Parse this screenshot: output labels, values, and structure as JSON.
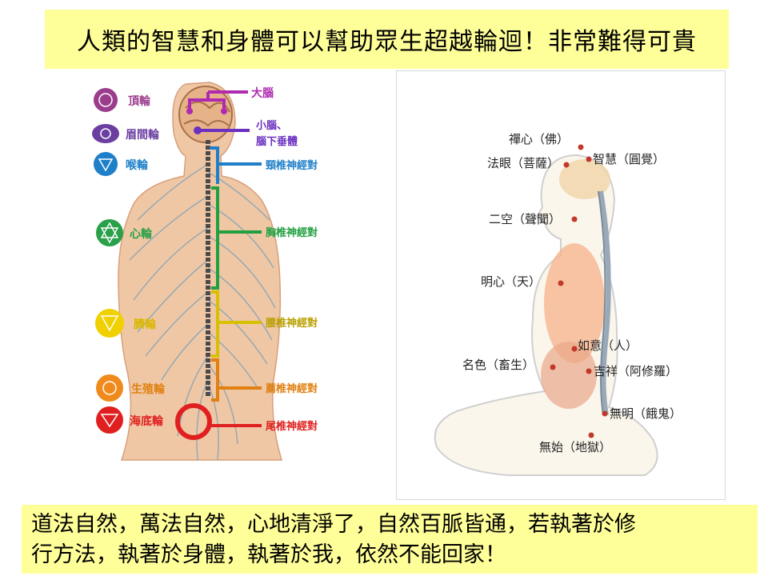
{
  "title": "人類的智慧和身體可以幫助眾生超越輪迴！非常難得可貴",
  "footer": {
    "line1": "道法自然，萬法自然，心地清淨了，自然百脈皆通，若執著於修",
    "line2": "行方法，執著於身體，執著於我，依然不能回家！"
  },
  "left_diagram": {
    "chakras": [
      {
        "label": "頂輪",
        "color": "#9b3d8c"
      },
      {
        "label": "眉間輪",
        "color": "#6a3fa0"
      },
      {
        "label": "喉輪",
        "color": "#1f7fc8"
      },
      {
        "label": "心輪",
        "color": "#2aa04a"
      },
      {
        "label": "臍輪",
        "color": "#f0d000"
      },
      {
        "label": "生殖輪",
        "color": "#f08a1c"
      },
      {
        "label": "海底輪",
        "color": "#e02020"
      }
    ],
    "callouts": [
      {
        "label": "大腦",
        "color": "#b02ab0"
      },
      {
        "label": "小腦、",
        "color": "#6a30c0"
      },
      {
        "label": "腦下垂體",
        "color": "#6a30c0"
      },
      {
        "label": "頸椎神經對",
        "color": "#1f7fc8"
      },
      {
        "label": "胸椎神經對",
        "color": "#22a040"
      },
      {
        "label": "腰椎神經對",
        "color": "#d8c000"
      },
      {
        "label": "薦椎神經對",
        "color": "#e08010"
      },
      {
        "label": "尾椎神經對",
        "color": "#e02020"
      }
    ]
  },
  "right_diagram": {
    "points": [
      {
        "label": "禪心（佛）"
      },
      {
        "label": "智慧（圓覺）"
      },
      {
        "label": "法眼（菩薩）"
      },
      {
        "label": "二空（聲聞）"
      },
      {
        "label": "明心（天）"
      },
      {
        "label": "如意（人）"
      },
      {
        "label": "名色（畜生）"
      },
      {
        "label": "吉祥（阿修羅）"
      },
      {
        "label": "無明（餓鬼）"
      },
      {
        "label": "無始（地獄）"
      }
    ]
  }
}
